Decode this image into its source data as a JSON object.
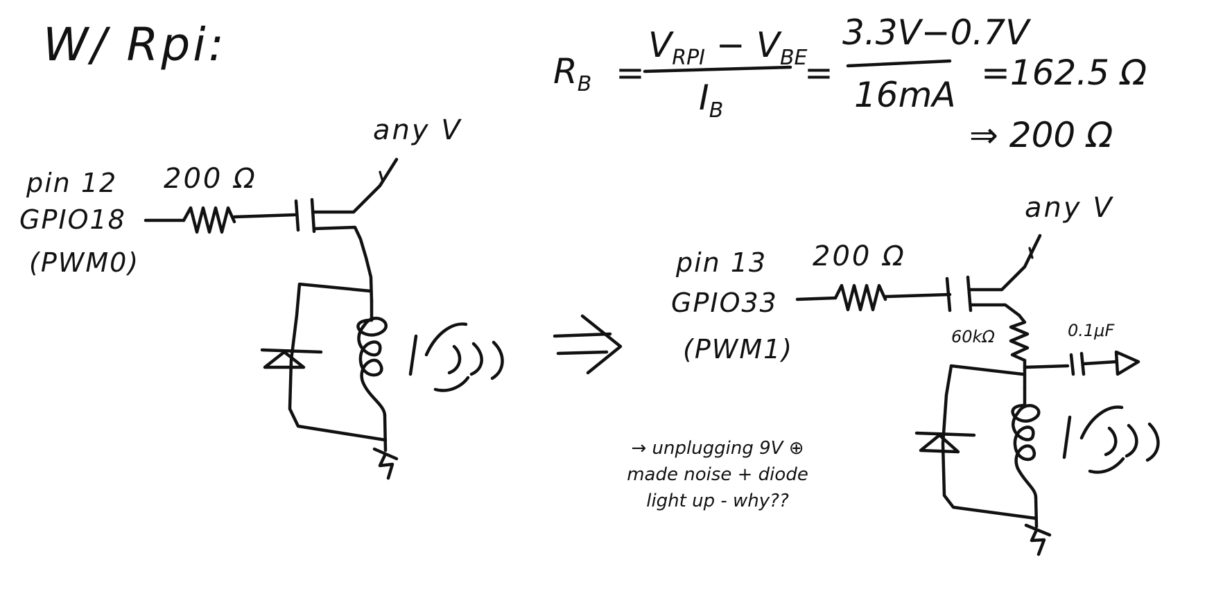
{
  "title": "W/ Rpi:",
  "formula": {
    "lhs": "R",
    "lhs_sub": "B",
    "equals": "=",
    "numerator_v": "V",
    "numerator_v_sub": "RPI",
    "minus": "−",
    "numerator_vbe": "V",
    "numerator_vbe_sub": "BE",
    "denominator": "I",
    "denominator_sub": "B",
    "numeric_numerator": "3.3V−0.7V",
    "numeric_denominator": "16mA",
    "result": "=162.5 Ω",
    "rounded": "⇒ 200 Ω"
  },
  "circuit_left": {
    "pin_line1": "pin 12",
    "pin_line2": "GPIO18",
    "pin_line3": "(PWM0)",
    "resistor_label": "200 Ω",
    "supply_label": "any V"
  },
  "arrow": "⇒",
  "circuit_right": {
    "pin_line1": "pin 13",
    "pin_line2": "GPIO33",
    "pin_line3": "(PWM1)",
    "resistor_label": "200 Ω",
    "supply_label": "any V",
    "series_resistor_label": "60kΩ",
    "cap_label": "0.1μF"
  },
  "note": "→ unplugging 9V ⊕ made noise + diode light up - why??"
}
